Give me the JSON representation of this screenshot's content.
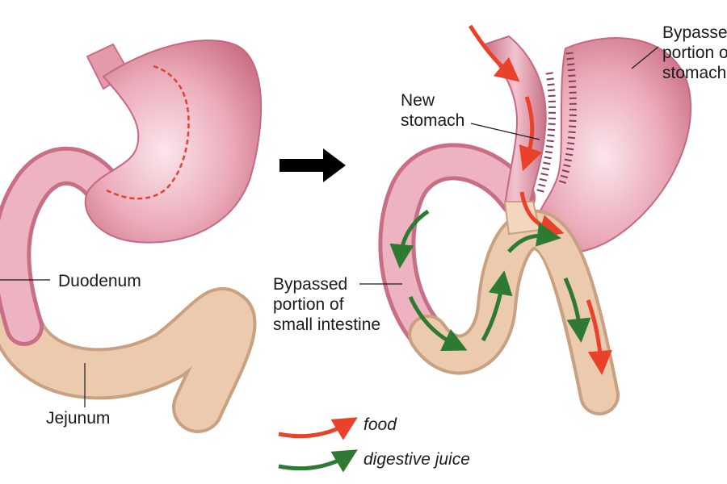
{
  "labels": {
    "duodenum": "Duodenum",
    "jejunum": "Jejunum",
    "new_stomach": [
      "New",
      "stomach"
    ],
    "bypassed_stomach": [
      "Bypassed",
      "portion of",
      "stomach"
    ],
    "bypassed_intestine": [
      "Bypassed",
      "portion of",
      "small intestine"
    ]
  },
  "legend": {
    "food": "food",
    "digestive_juice": "digestive juice"
  },
  "colors": {
    "stomach": "#e08a9e",
    "stomach_highlight": "#f8dfe6",
    "intestine": "#e9c3a4",
    "intestine_edge": "#c9a080",
    "food_arrow": "#e8432a",
    "juice_arrow": "#2e7a32",
    "staple": "#8a3a55",
    "transform_arrow": "#000000"
  }
}
